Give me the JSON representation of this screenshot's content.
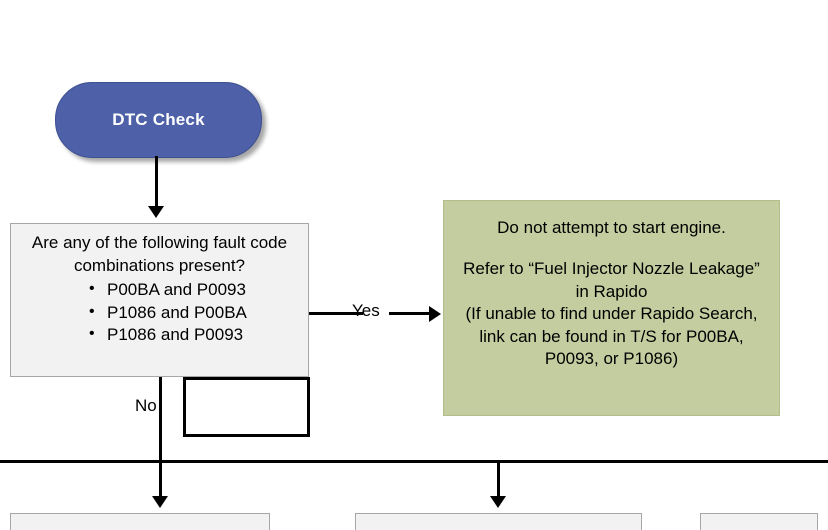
{
  "diagram": {
    "type": "flowchart",
    "start_node": {
      "label": "DTC Check"
    },
    "decision": {
      "question": "Are any of the following fault code combinations present?",
      "options": [
        "P00BA and P0093",
        "P1086 and P00BA",
        "P1086 and P0093"
      ]
    },
    "edges": {
      "yes_label": "Yes",
      "no_label": "No"
    },
    "note": {
      "line1": "Do not attempt to start engine.",
      "line2": "Refer to “Fuel Injector Nozzle Leakage” in Rapido",
      "line3": "(If unable to find under Rapido Search, link can be found in T/S for P00BA, P0093, or P1086)"
    },
    "blank_box": {
      "label": ""
    },
    "bottom_boxes": [
      {
        "label": ""
      },
      {
        "label": ""
      },
      {
        "label": ""
      }
    ],
    "colors": {
      "start_fill": "#4d60a8",
      "start_text": "#ffffff",
      "box_fill": "#f2f2f2",
      "box_border": "#a6a6a6",
      "note_fill": "#c3cd9f",
      "connector": "#000000"
    }
  }
}
